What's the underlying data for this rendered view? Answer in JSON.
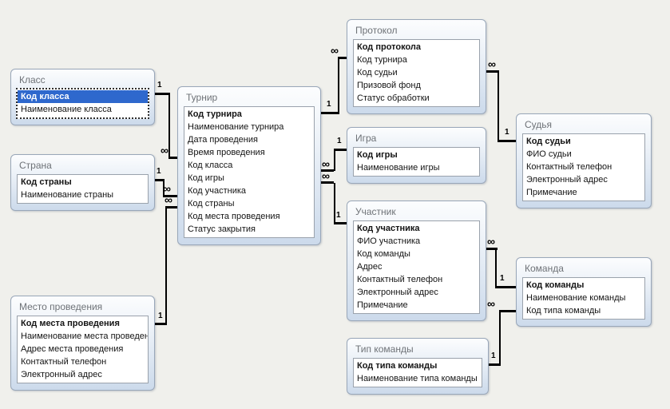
{
  "colors": {
    "selection_blue": "#2e68cd",
    "table_border": "#99a7b9",
    "table_gradient_bottom": "#ccdaeb",
    "relation_line": "#000000",
    "title_gray": "#6e7277",
    "canvas_background": "#f0f0ec"
  },
  "tables": {
    "klass": {
      "title": "Класс",
      "fields": [
        "Код класса",
        "Наименование класса"
      ]
    },
    "strana": {
      "title": "Страна",
      "fields": [
        "Код страны",
        "Наименование страны"
      ]
    },
    "mesto": {
      "title": "Место проведения",
      "fields": [
        "Код места проведения",
        "Наименование места проведения",
        "Адрес места проведения",
        "Контактный телефон",
        "Электронный адрес"
      ]
    },
    "turnir": {
      "title": "Турнир",
      "fields": [
        "Код турнира",
        "Наименование турнира",
        "Дата проведения",
        "Время проведения",
        "Код класса",
        "Код игры",
        "Код участника",
        "Код страны",
        "Код места проведения",
        "Статус закрытия"
      ]
    },
    "protokol": {
      "title": "Протокол",
      "fields": [
        "Код протокола",
        "Код турнира",
        "Код судьи",
        "Призовой фонд",
        "Статус обработки"
      ]
    },
    "igra": {
      "title": "Игра",
      "fields": [
        "Код игры",
        "Наименование игры"
      ]
    },
    "uchastnik": {
      "title": "Участник",
      "fields": [
        "Код участника",
        "ФИО участника",
        "Код команды",
        "Адрес",
        "Контактный телефон",
        "Электронный адрес",
        "Примечание"
      ]
    },
    "sudya": {
      "title": "Судья",
      "fields": [
        "Код судьи",
        "ФИО судьи",
        "Контактный телефон",
        "Электронный адрес",
        "Примечание"
      ]
    },
    "komanda": {
      "title": "Команда",
      "fields": [
        "Код команды",
        "Наименование команды",
        "Код типа команды"
      ]
    },
    "tip": {
      "title": "Тип команды",
      "fields": [
        "Код типа команды",
        "Наименование типа команды"
      ]
    }
  },
  "relations": [
    {
      "from": "Класс",
      "to": "Турнир",
      "one": "1",
      "many": "∞"
    },
    {
      "from": "Страна",
      "to": "Турнир",
      "one": "1",
      "many": "∞"
    },
    {
      "from": "Место проведения",
      "to": "Турнир",
      "one": "1",
      "many": "∞"
    },
    {
      "from": "Турнир",
      "to": "Протокол",
      "one": "1",
      "many": "∞"
    },
    {
      "from": "Игра",
      "to": "Турнир",
      "one": "1",
      "many": "∞"
    },
    {
      "from": "Участник",
      "to": "Турнир",
      "one": "1",
      "many": "∞"
    },
    {
      "from": "Судья",
      "to": "Протокол",
      "one": "1",
      "many": "∞"
    },
    {
      "from": "Команда",
      "to": "Участник",
      "one": "1",
      "many": "∞"
    },
    {
      "from": "Тип команды",
      "to": "Команда",
      "one": "1",
      "many": "∞"
    }
  ]
}
